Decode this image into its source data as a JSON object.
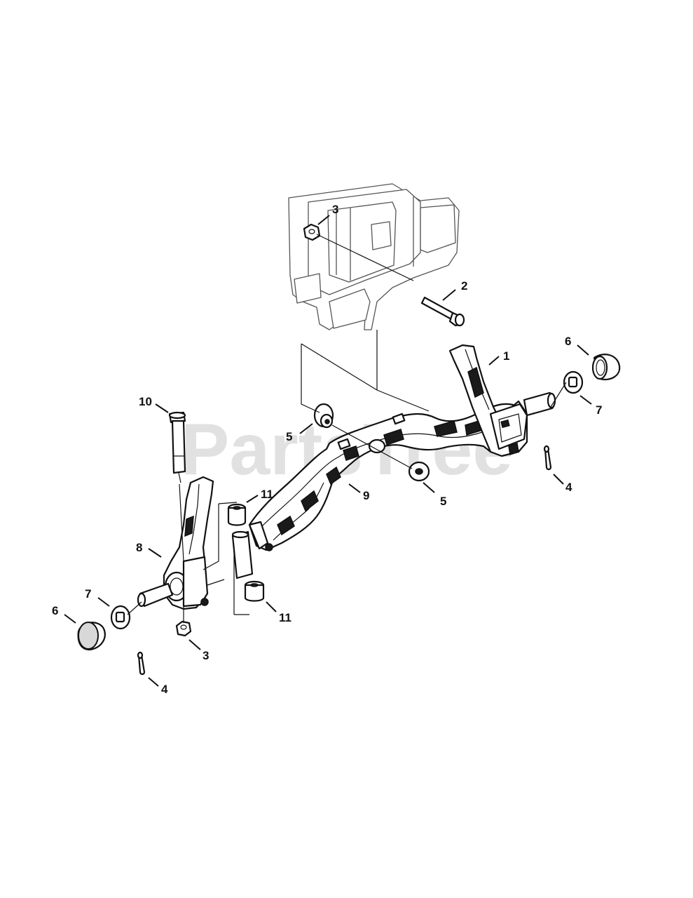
{
  "diagram": {
    "watermark": "PartsTree",
    "watermark_mark": "™",
    "callouts": [
      {
        "id": "c1",
        "label": "1"
      },
      {
        "id": "c2",
        "label": "2"
      },
      {
        "id": "c3a",
        "label": "3"
      },
      {
        "id": "c3b",
        "label": "3"
      },
      {
        "id": "c4a",
        "label": "4"
      },
      {
        "id": "c4b",
        "label": "4"
      },
      {
        "id": "c5a",
        "label": "5"
      },
      {
        "id": "c5b",
        "label": "5"
      },
      {
        "id": "c6a",
        "label": "6"
      },
      {
        "id": "c6b",
        "label": "6"
      },
      {
        "id": "c7a",
        "label": "7"
      },
      {
        "id": "c7b",
        "label": "7"
      },
      {
        "id": "c8",
        "label": "8"
      },
      {
        "id": "c9",
        "label": "9"
      },
      {
        "id": "c10",
        "label": "10"
      },
      {
        "id": "c11a",
        "label": "11"
      },
      {
        "id": "c11b",
        "label": "11"
      }
    ]
  }
}
